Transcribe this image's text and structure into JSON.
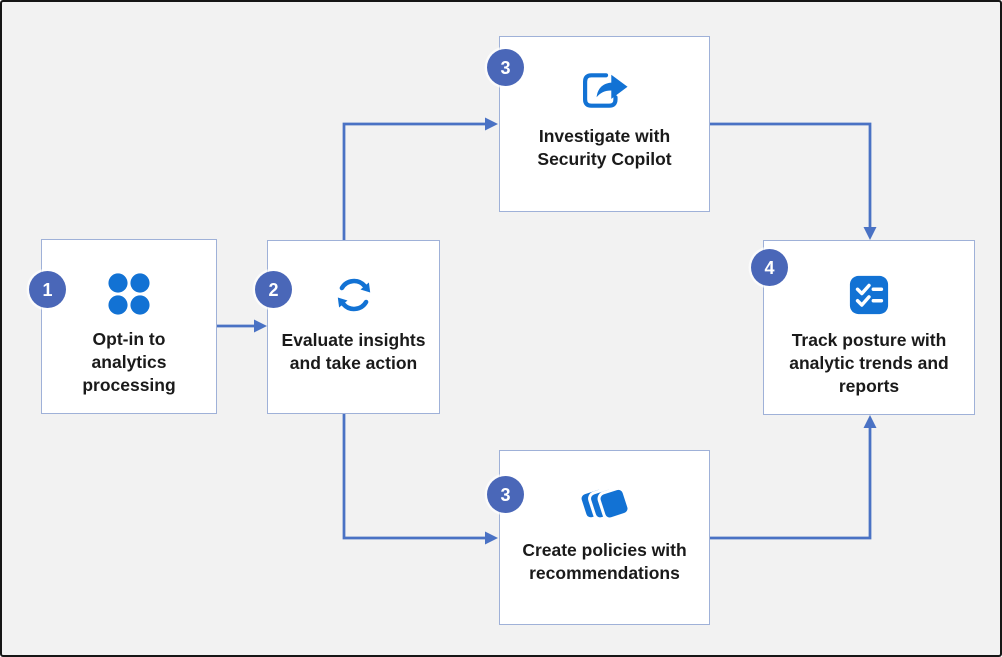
{
  "diagram": {
    "background_color": "#f2f2f2",
    "colors": {
      "icon_blue": "#1272d4",
      "badge_blue": "#4a67b8",
      "connector_blue": "#4a72c4",
      "box_border": "#9fb1d8",
      "box_fill": "#ffffff",
      "text": "#1a1a1a",
      "frame_border": "#161616"
    },
    "steps": [
      {
        "number": "1",
        "label": "Opt-in to\nanalytics\nprocessing",
        "icon": "dots-grid-icon"
      },
      {
        "number": "2",
        "label": "Evaluate insights\nand take action",
        "icon": "sync-arrows-icon"
      },
      {
        "number": "3",
        "label": "Investigate with\nSecurity Copilot",
        "icon": "share-arrow-icon"
      },
      {
        "number": "3",
        "label": "Create policies with\nrecommendations",
        "icon": "stacked-layers-icon"
      },
      {
        "number": "4",
        "label": "Track posture with\nanalytic trends and\nreports",
        "icon": "checklist-icon"
      }
    ],
    "connections": [
      {
        "from": "opt-in",
        "to": "evaluate"
      },
      {
        "from": "evaluate",
        "to": "investigate"
      },
      {
        "from": "evaluate",
        "to": "create-policies"
      },
      {
        "from": "investigate",
        "to": "track-posture"
      },
      {
        "from": "create-policies",
        "to": "track-posture"
      }
    ]
  }
}
